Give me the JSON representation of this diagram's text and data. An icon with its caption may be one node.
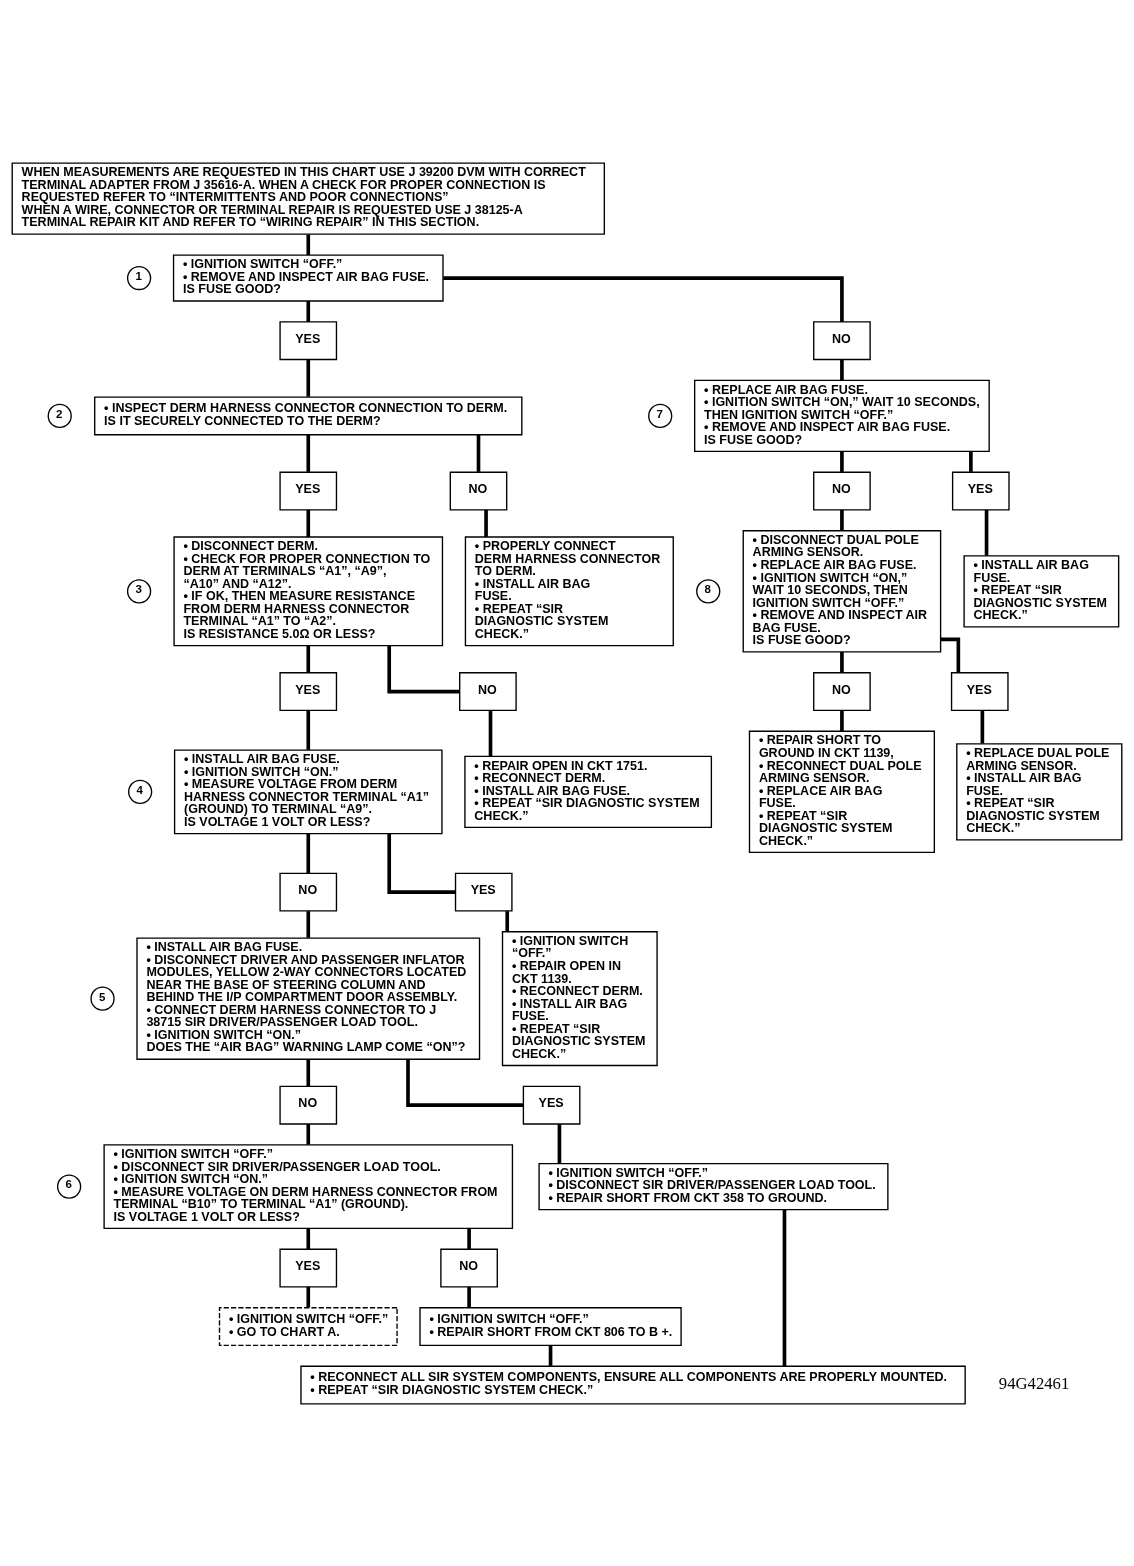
{
  "diagram": {
    "nodes": [
      {
        "text": [
          "WHEN MEASUREMENTS ARE REQUESTED IN THIS CHART USE J 39200 DVM WITH CORRECT TERMINAL ADAPTER FROM J 35616-A. WHEN A CHECK FOR PROPER CONNECTION IS REQUESTED REFER TO “INTERMITTENTS AND POOR CONNECTIONS”",
          "WHEN A WIRE, CONNECTOR OR TERMINAL REPAIR IS REQUESTED USE J 38125-A TERMINAL REPAIR KIT AND REFER TO “WIRING REPAIR” IN THIS SECTION."
        ]
      },
      {
        "text": [
          "• IGNITION SWITCH “OFF.”",
          "• REMOVE AND INSPECT AIR BAG FUSE.",
          "IS FUSE GOOD?"
        ],
        "beside": [
          "1"
        ]
      },
      {
        "text": [
          "YES"
        ]
      },
      {
        "text": [
          "NO"
        ]
      },
      {
        "text": [
          "• INSPECT DERM HARNESS CONNECTOR CONNECTION TO DERM.",
          "IS IT SECURELY CONNECTED TO THE DERM?"
        ],
        "beside": [
          "2"
        ]
      },
      {
        "text": [
          "YES"
        ]
      },
      {
        "text": [
          "NO"
        ]
      },
      {
        "text": [
          "• DISCONNECT DERM.",
          "• CHECK FOR PROPER CONNECTION TO DERM AT TERMINALS “A1”, “A9”, “A10” AND “A12”.",
          "• IF OK, THEN MEASURE RESISTANCE FROM DERM HARNESS CONNECTOR TERMINAL “A1” TO “A2”.",
          "IS RESISTANCE 5.0Ω OR LESS?"
        ],
        "beside": [
          "3"
        ]
      },
      {
        "text": [
          "• PROPERLY CONNECT DERM HARNESS CONNECTOR TO DERM.",
          "• INSTALL AIR BAG FUSE.",
          "• REPEAT “SIR DIAGNOSTIC SYSTEM CHECK.”"
        ]
      },
      {
        "text": [
          "YES"
        ]
      },
      {
        "text": [
          "NO"
        ]
      },
      {
        "text": [
          "• INSTALL AIR BAG FUSE.",
          "• IGNITION SWITCH “ON.”",
          "• MEASURE VOLTAGE FROM DERM HARNESS CONNECTOR TERMINAL “A1” (GROUND) TO TERMINAL “A9”.",
          "IS VOLTAGE 1 VOLT OR LESS?"
        ],
        "beside": [
          "4"
        ]
      },
      {
        "text": [
          "• REPAIR OPEN IN CKT 1751.",
          "• RECONNECT DERM.",
          "• INSTALL AIR BAG FUSE.",
          "• REPEAT “SIR DIAGNOSTIC SYSTEM CHECK.”"
        ]
      },
      {
        "text": [
          "NO"
        ]
      },
      {
        "text": [
          "YES"
        ]
      },
      {
        "text": [
          "• INSTALL AIR BAG FUSE.",
          "• DISCONNECT DRIVER AND PASSENGER INFLATOR MODULES, YELLOW 2-WAY CONNECTORS LOCATED NEAR THE BASE OF STEERING COLUMN AND BEHIND THE I/P COMPARTMENT DOOR ASSEMBLY.",
          "• CONNECT DERM HARNESS CONNECTOR TO J 38715 SIR DRIVER/PASSENGER LOAD TOOL.",
          "• IGNITION SWITCH “ON.”",
          "DOES THE “AIR BAG” WARNING LAMP COME “ON”?"
        ],
        "beside": [
          "5"
        ]
      },
      {
        "text": [
          "• IGNITION SWITCH “OFF.”",
          "• REPAIR OPEN IN CKT 1139.",
          "• RECONNECT DERM.",
          "• INSTALL AIR BAG FUSE.",
          "• REPEAT “SIR DIAGNOSTIC SYSTEM CHECK.”"
        ]
      },
      {
        "text": [
          "NO"
        ]
      },
      {
        "text": [
          "YES"
        ]
      },
      {
        "text": [
          "• IGNITION SWITCH “OFF.”",
          "• DISCONNECT SIR DRIVER/PASSENGER LOAD TOOL.",
          "• IGNITION SWITCH “ON.”",
          "• MEASURE VOLTAGE ON DERM HARNESS CONNECTOR FROM TERMINAL “B10” TO TERMINAL “A1” (GROUND).",
          "IS VOLTAGE 1 VOLT OR LESS?"
        ],
        "beside": [
          "6"
        ]
      },
      {
        "text": [
          "• IGNITION SWITCH “OFF.”",
          "• DISCONNECT SIR DRIVER/PASSENGER LOAD TOOL.",
          "• REPAIR SHORT FROM CKT 358 TO GROUND."
        ]
      },
      {
        "text": [
          "YES"
        ]
      },
      {
        "text": [
          "NO"
        ]
      },
      {
        "text": [
          "• IGNITION SWITCH “OFF.”",
          "• GO TO CHART A."
        ]
      },
      {
        "text": [
          "• IGNITION SWITCH “OFF.”",
          "• REPAIR SHORT FROM CKT 806 TO B +."
        ]
      },
      {
        "text": [
          "• RECONNECT ALL SIR SYSTEM COMPONENTS, ENSURE ALL COMPONENTS ARE PROPERLY MOUNTED.",
          "• REPEAT “SIR DIAGNOSTIC SYSTEM CHECK.”"
        ]
      },
      {
        "text": [
          "• REPLACE AIR BAG FUSE.",
          "• IGNITION SWITCH “ON,” WAIT 10 SECONDS, THEN IGNITION SWITCH “OFF.”",
          "• REMOVE AND INSPECT AIR BAG FUSE.",
          "IS FUSE GOOD?"
        ],
        "beside": [
          "7"
        ]
      },
      {
        "text": [
          "NO"
        ]
      },
      {
        "text": [
          "YES"
        ]
      },
      {
        "text": [
          "• DISCONNECT DUAL POLE ARMING SENSOR.",
          "• REPLACE AIR BAG FUSE.",
          "• IGNITION SWITCH “ON,” WAIT 10 SECONDS, THEN IGNITION SWITCH “OFF.”",
          "• REMOVE AND INSPECT AIR BAG FUSE.",
          "IS FUSE GOOD?"
        ],
        "beside": [
          "8"
        ]
      },
      {
        "text": [
          "• INSTALL AIR BAG FUSE.",
          "• REPEAT “SIR DIAGNOSTIC SYSTEM CHECK.”"
        ]
      },
      {
        "text": [
          "NO"
        ]
      },
      {
        "text": [
          "YES"
        ]
      },
      {
        "text": [
          "• REPAIR SHORT TO GROUND IN CKT 1139,",
          "• RECONNECT DUAL POLE ARMING SENSOR.",
          "• REPLACE AIR BAG FUSE.",
          "• REPEAT “SIR DIAGNOSTIC SYSTEM CHECK.”"
        ]
      },
      {
        "text": [
          "• REPLACE DUAL POLE ARMING SENSOR.",
          "• INSTALL AIR BAG FUSE.",
          "• REPEAT “SIR DIAGNOSTIC SYSTEM CHECK.”"
        ]
      }
    ],
    "edges": [
      {
        "from": 0,
        "to": 1,
        "arrow": "none"
      },
      {
        "from": 1,
        "to": 2,
        "arrow": "none"
      },
      {
        "from": 1,
        "to": 3,
        "arrow": "none"
      },
      {
        "from": 2,
        "to": 4,
        "arrow": "none"
      },
      {
        "from": 3,
        "to": 26,
        "arrow": "none"
      },
      {
        "from": 4,
        "to": 5,
        "arrow": "none"
      },
      {
        "from": 4,
        "to": 6,
        "arrow": "none"
      },
      {
        "from": 5,
        "to": 7,
        "arrow": "none"
      },
      {
        "from": 6,
        "to": 8,
        "arrow": "none"
      },
      {
        "from": 7,
        "to": 9,
        "arrow": "none"
      },
      {
        "from": 7,
        "to": 10,
        "arrow": "none"
      },
      {
        "from": 9,
        "to": 11,
        "arrow": "none"
      },
      {
        "from": 10,
        "to": 12,
        "arrow": "none"
      },
      {
        "from": 11,
        "to": 13,
        "arrow": "none"
      },
      {
        "from": 11,
        "to": 14,
        "arrow": "none"
      },
      {
        "from": 13,
        "to": 15,
        "arrow": "none"
      },
      {
        "from": 14,
        "to": 16,
        "arrow": "none"
      },
      {
        "from": 15,
        "to": 17,
        "arrow": "none"
      },
      {
        "from": 15,
        "to": 18,
        "arrow": "none"
      },
      {
        "from": 17,
        "to": 19,
        "arrow": "none"
      },
      {
        "from": 18,
        "to": 20,
        "arrow": "none"
      },
      {
        "from": 19,
        "to": 21,
        "arrow": "none"
      },
      {
        "from": 19,
        "to": 22,
        "arrow": "none"
      },
      {
        "from": 21,
        "to": 23,
        "arrow": "none"
      },
      {
        "from": 22,
        "to": 24,
        "arrow": "none"
      },
      {
        "from": 20,
        "to": 25,
        "arrow": "none"
      },
      {
        "from": 24,
        "to": 25,
        "arrow": "none"
      },
      {
        "from": 26,
        "to": 27,
        "arrow": "none"
      },
      {
        "from": 26,
        "to": 28,
        "arrow": "none"
      },
      {
        "from": 27,
        "to": 29,
        "arrow": "none"
      },
      {
        "from": 28,
        "to": 30,
        "arrow": "none"
      },
      {
        "from": 29,
        "to": 31,
        "arrow": "none"
      },
      {
        "from": 29,
        "to": 32,
        "arrow": "none"
      },
      {
        "from": 31,
        "to": 33,
        "arrow": "none"
      },
      {
        "from": 32,
        "to": 34,
        "arrow": "none"
      }
    ],
    "labels": [
      "94G42461"
    ]
  }
}
